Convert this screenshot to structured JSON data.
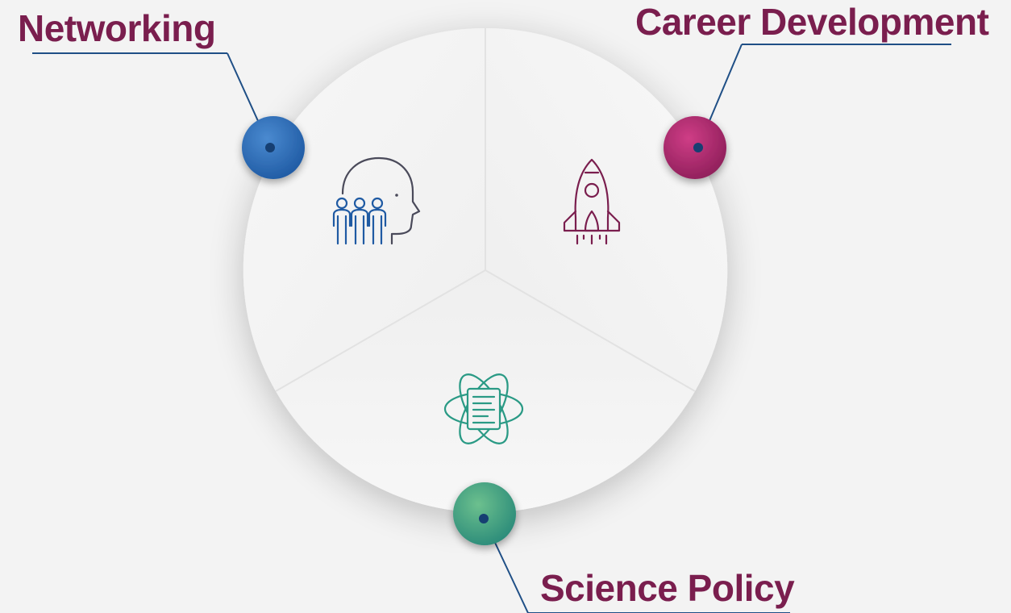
{
  "colors": {
    "background": "#f3f3f3",
    "wheel": "#f5f5f5",
    "label_text": "#7a1e4e",
    "connector": "#1f4f86",
    "networking_dot": "#2f6db5",
    "career_dot": "#b3286f",
    "science_dot": "#3e9a7a",
    "networking_icon": "#1f5aa3",
    "career_icon": "#7a1e4e",
    "science_icon": "#2a9a85"
  },
  "segments": [
    {
      "id": "networking",
      "label": "Networking",
      "icon": "people-head-icon"
    },
    {
      "id": "career",
      "label": "Career Development",
      "icon": "rocket-icon"
    },
    {
      "id": "science",
      "label": "Science Policy",
      "icon": "atom-document-icon"
    }
  ]
}
